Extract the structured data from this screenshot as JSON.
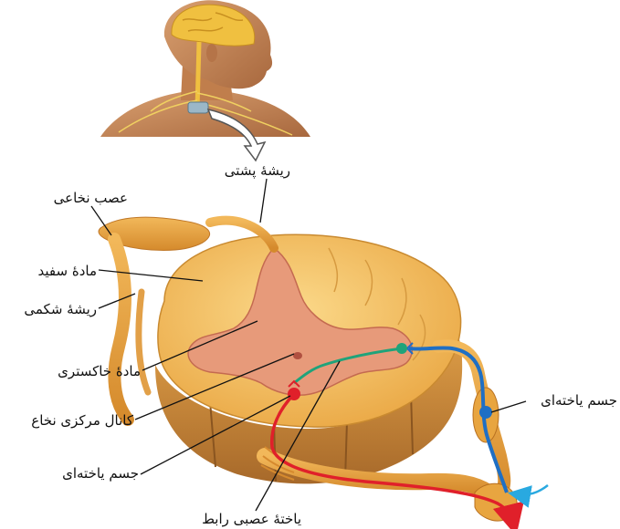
{
  "labels": {
    "dorsal_root": "ریشۀ پشتی",
    "spinal_nerve": "عصب نخاعی",
    "white_matter": "مادۀ سفید",
    "ventral_root": "ریشۀ شکمی",
    "gray_matter": "مادۀ خاکستری",
    "central_canal": "کانال مرکزی نخاع",
    "cell_body_motor": "جسم یاخته‌ای",
    "cell_body_sensory": "جسم یاخته‌ای",
    "interneuron": "یاختۀ عصبی رابط"
  },
  "colors": {
    "sensory_neuron": "#1f6fc4",
    "interneuron": "#1fa37a",
    "motor_neuron": "#e0202a",
    "stimulus_arrow": "#29a9e0",
    "white_matter": "#f6c25e",
    "gray_matter": "#e79a7a",
    "nerve": "#e8a540",
    "skin": "#c98a5a"
  }
}
